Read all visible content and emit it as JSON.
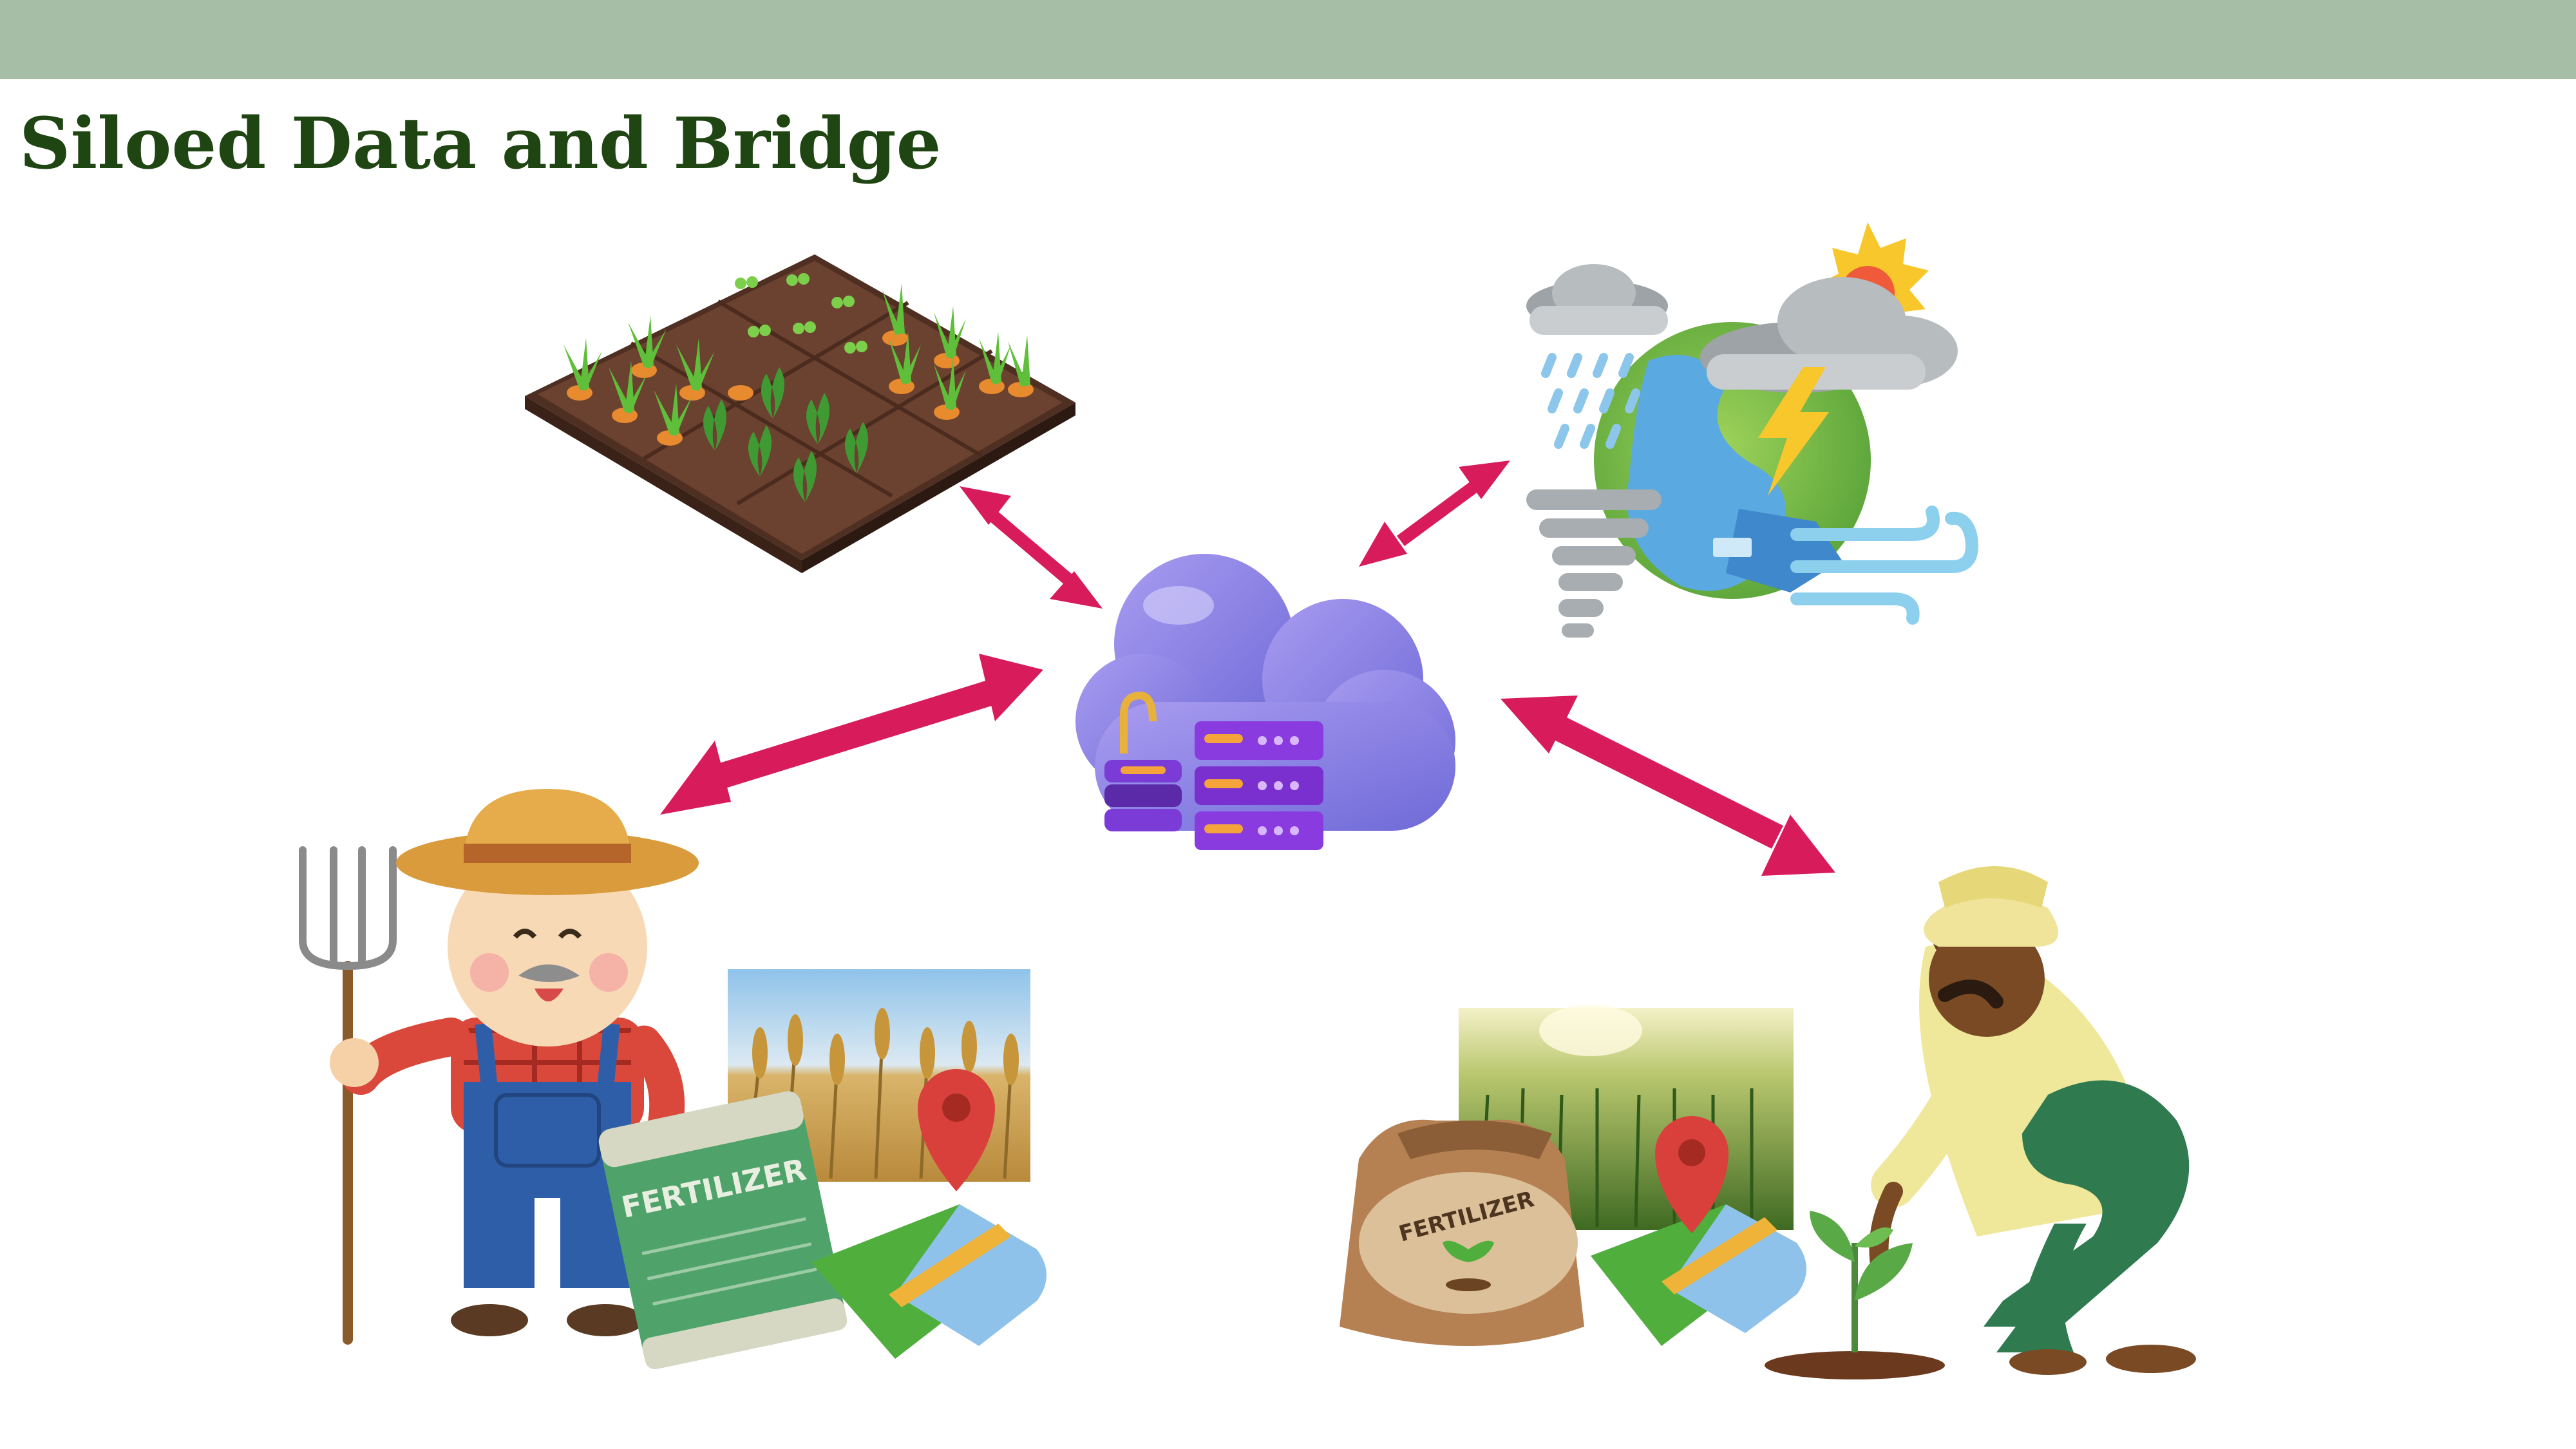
{
  "slide": {
    "title": "Siloed Data and Bridge"
  },
  "illustration": {
    "hub": "cloud-server-icon",
    "nodes": [
      "crop-field-icon",
      "weather-globe-icon",
      "farmer-with-pitchfork",
      "farmer-planting-seedling"
    ],
    "left_bag_label": "FERTILIZER",
    "right_bag_label": "FERTILIZER"
  },
  "colors": {
    "header_band": "#a5bea5",
    "title": "#1f4512",
    "arrows": "#d81b5b"
  }
}
